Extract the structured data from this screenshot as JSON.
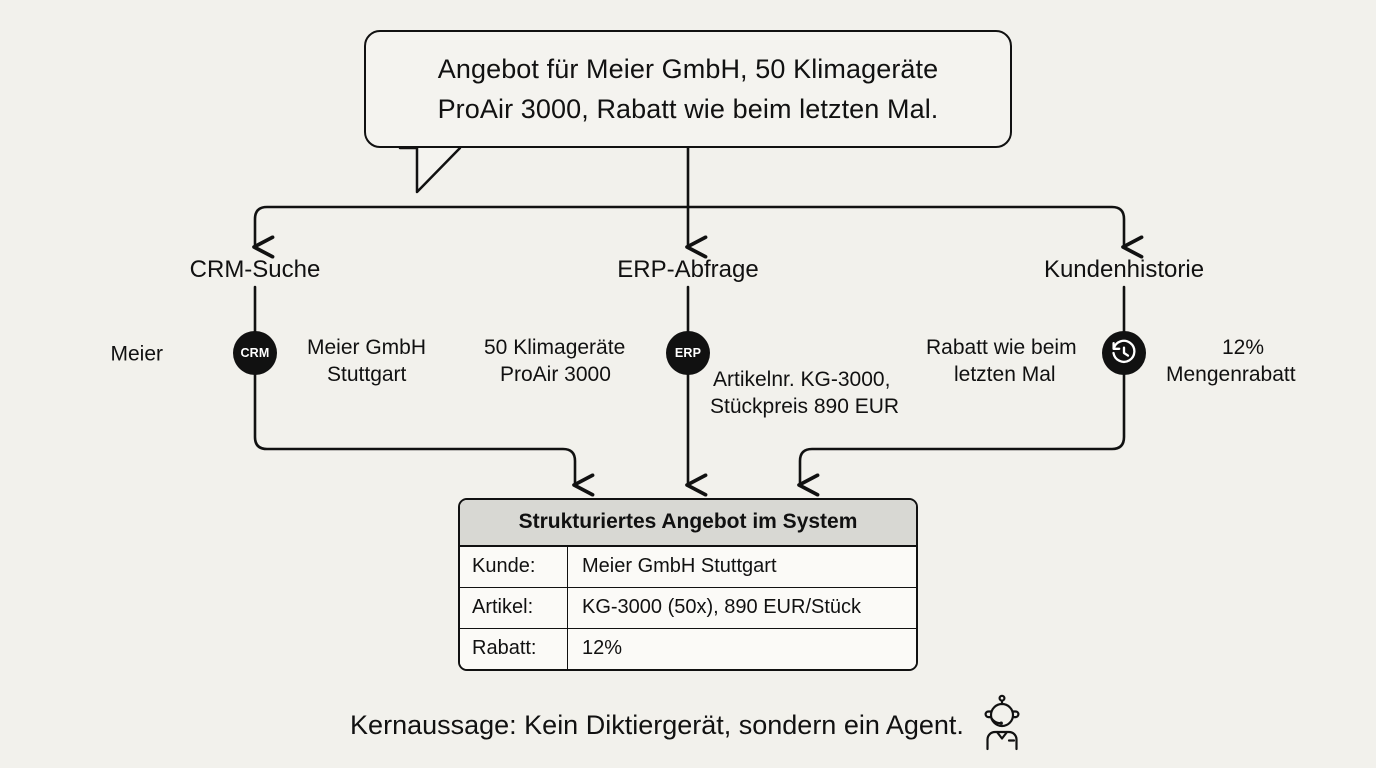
{
  "theme": {
    "background": "#f2f1ec",
    "ink": "#111111",
    "bubble_fill": "#f4f3ef",
    "table_header_fill": "#d8d8d3",
    "table_body_fill": "#fbfaf7",
    "node_fill": "#111111",
    "node_text": "#ffffff"
  },
  "bubble": {
    "line1": "Angebot für Meier GmbH, 50 Klimageräte",
    "line2": "ProAir 3000, Rabatt wie beim letzten Mal."
  },
  "branches": [
    {
      "title": "CRM-Suche",
      "icon_name": "crm-badge-icon",
      "badge": "CRM",
      "input_label": "Meier",
      "output_line1": "Meier GmbH",
      "output_line2": "Stuttgart"
    },
    {
      "title": "ERP-Abfrage",
      "icon_name": "erp-badge-icon",
      "badge": "ERP",
      "input_line1": "50 Klimageräte",
      "input_line2": "ProAir 3000",
      "output_line1": "Artikelnr. KG-3000,",
      "output_line2": "Stückpreis 890 EUR"
    },
    {
      "title": "Kundenhistorie",
      "icon_name": "history-clock-icon",
      "badge": "",
      "input_line1": "Rabatt wie beim",
      "input_line2": "letzten Mal",
      "output_line1": "12%",
      "output_line2": "Mengenrabatt"
    }
  ],
  "result_table": {
    "header": "Strukturiertes Angebot im System",
    "rows": [
      {
        "key": "Kunde:",
        "value": "Meier GmbH Stuttgart"
      },
      {
        "key": "Artikel:",
        "value": "KG-3000 (50x), 890 EUR/Stück"
      },
      {
        "key": "Rabatt:",
        "value": "12%"
      }
    ]
  },
  "caption": {
    "text": "Kernaussage: Kein Diktiergerät, sondern ein Agent.",
    "icon_name": "support-agent-robot-icon"
  }
}
